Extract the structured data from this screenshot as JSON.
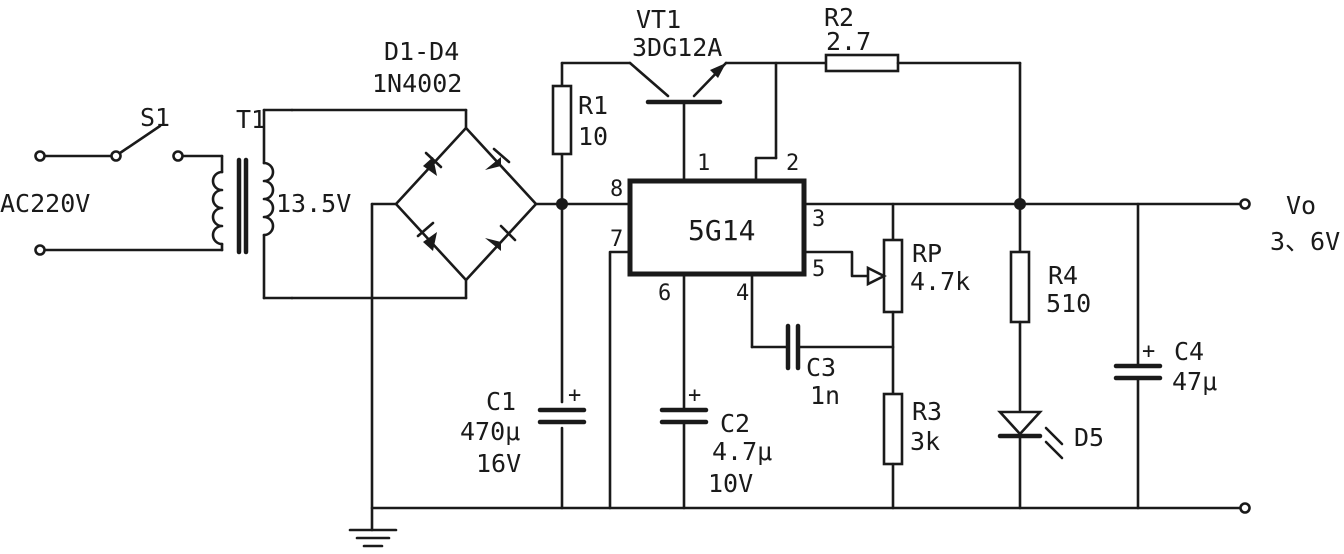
{
  "labels": {
    "source": "AC220V",
    "switch": "S1",
    "transformer": "T1",
    "secondary_voltage": "13.5V",
    "bridge_name": "D1-D4",
    "bridge_part": "1N4002",
    "transistor_name": "VT1",
    "transistor_part": "3DG12A",
    "r1_name": "R1",
    "r1_value": "10",
    "r2_name": "R2",
    "r2_value": "2.7",
    "ic_name": "5G14",
    "pin1": "1",
    "pin2": "2",
    "pin3": "3",
    "pin4": "4",
    "pin5": "5",
    "pin6": "6",
    "pin7": "7",
    "pin8": "8",
    "c1_name": "C1",
    "c1_value": "470μ",
    "c1_voltage": "16V",
    "c2_name": "C2",
    "c2_value": "4.7μ",
    "c2_voltage": "10V",
    "c3_name": "C3",
    "c3_value": "1n",
    "rp_name": "RP",
    "rp_value": "4.7k",
    "r3_name": "R3",
    "r3_value": "3k",
    "r4_name": "R4",
    "r4_value": "510",
    "d5_name": "D5",
    "c4_name": "C4",
    "c4_value": "47μ",
    "output_name": "Vo",
    "output_range": "3、6V"
  },
  "colors": {
    "ink": "#1a1a1a",
    "paper": "#ffffff"
  }
}
